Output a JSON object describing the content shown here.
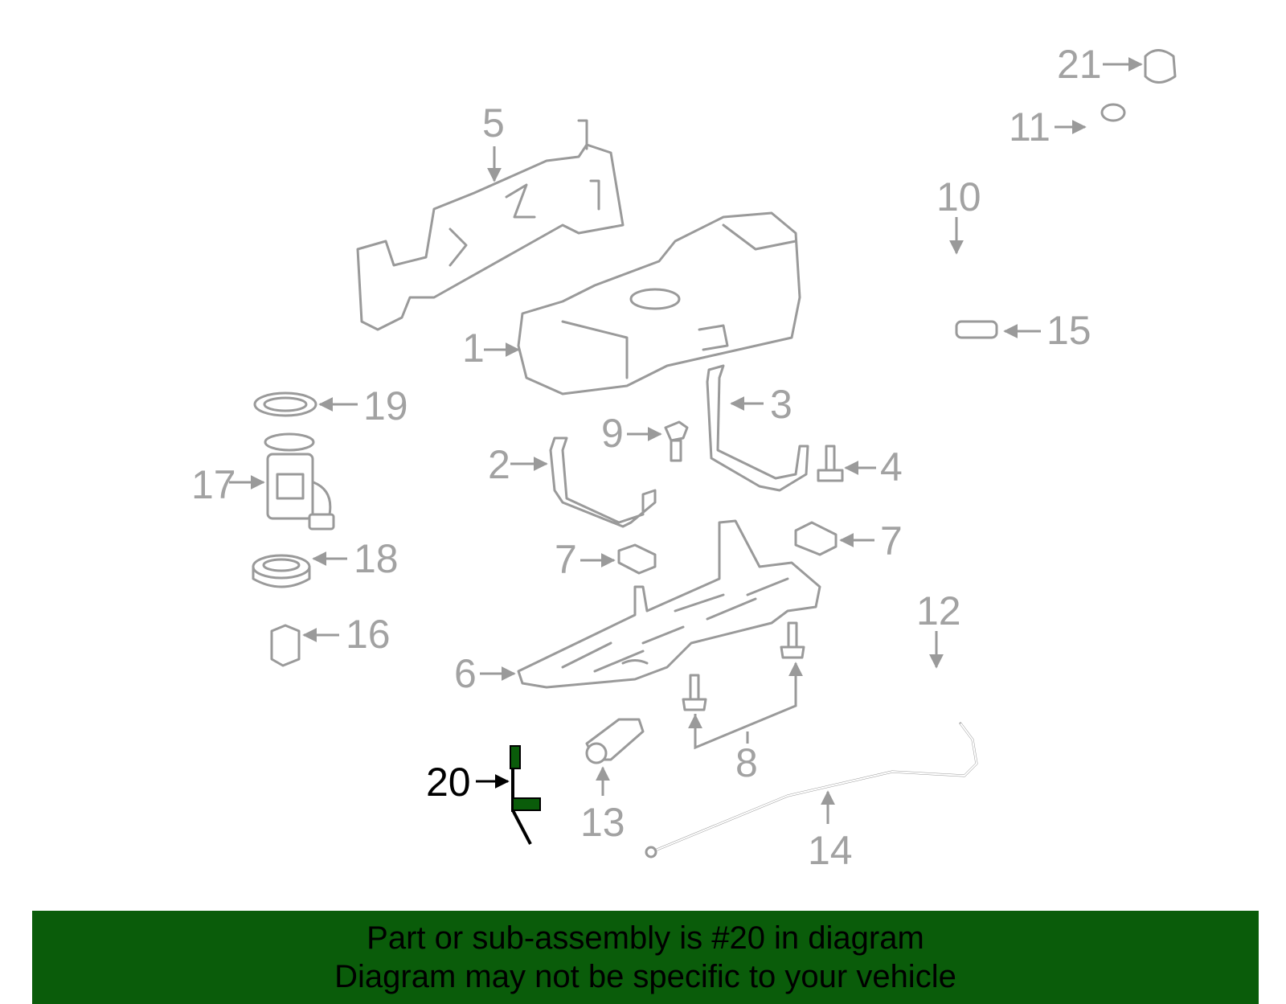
{
  "highlight_color": "#0a5c0a",
  "banner": {
    "line1": "Part or sub-assembly is #20 in diagram",
    "line2": "Diagram may not be specific to your vehicle"
  },
  "callouts": {
    "c1": "1",
    "c2": "2",
    "c3": "3",
    "c4": "4",
    "c5": "5",
    "c6": "6",
    "c7a": "7",
    "c7b": "7",
    "c8": "8",
    "c9": "9",
    "c10": "10",
    "c11": "11",
    "c12": "12",
    "c13": "13",
    "c14": "14",
    "c15": "15",
    "c16": "16",
    "c17": "17",
    "c18": "18",
    "c19": "19",
    "c20": "20",
    "c21": "21"
  }
}
